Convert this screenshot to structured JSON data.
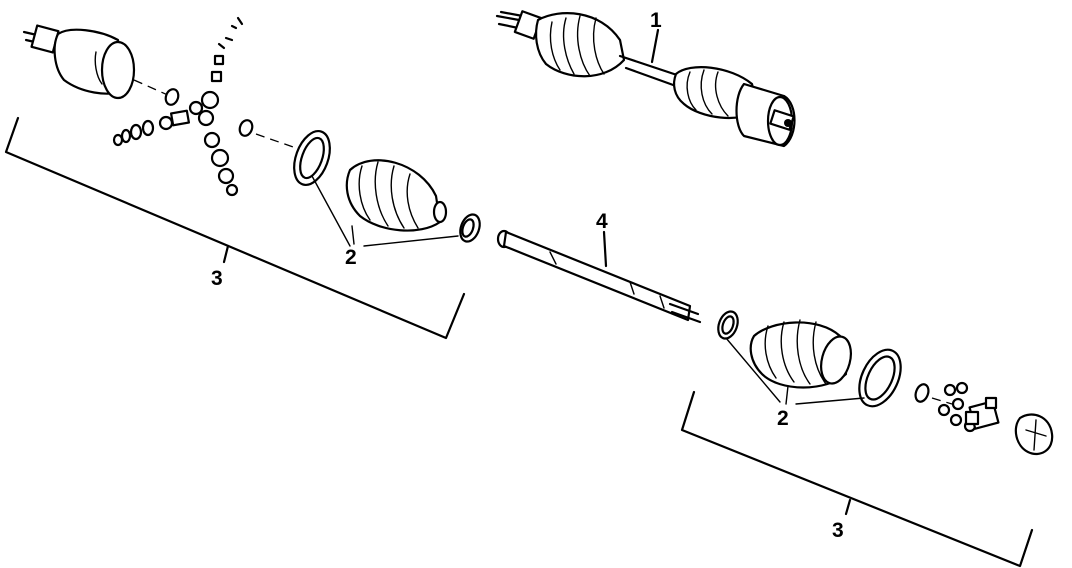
{
  "diagram": {
    "callouts": {
      "axle_assembly": "1",
      "boot_kit_left": "2",
      "boot_kit_right": "2",
      "joint_kit_left": "3",
      "joint_kit_right": "3",
      "intermediate_shaft": "4"
    },
    "colors": {
      "line": "#000000",
      "background": "#ffffff"
    }
  }
}
